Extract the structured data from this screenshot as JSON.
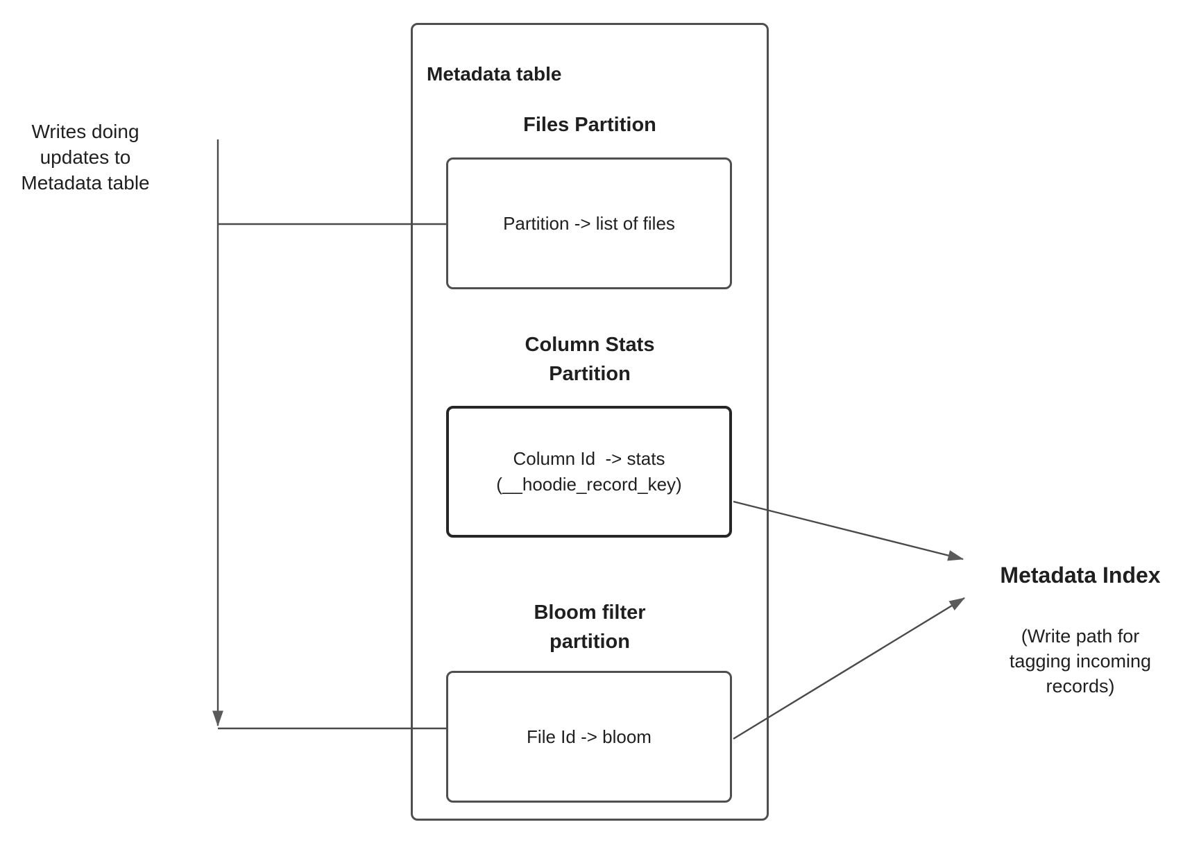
{
  "canvas": {
    "background": "#ffffff"
  },
  "colors": {
    "text": "#1f1f1f",
    "line": "#4a4a4a",
    "box_border": "#4f4f4f",
    "emphasis_border": "#262626",
    "arrowhead": "#5a5a5a"
  },
  "left_annotation": {
    "lines": [
      "Writes doing",
      "updates to",
      "Metadata table"
    ]
  },
  "container": {
    "title": "Metadata table"
  },
  "partitions": [
    {
      "name": "files",
      "heading_lines": [
        "Files Partition"
      ],
      "box_lines": [
        "Partition -> list of files"
      ],
      "emphasized": false
    },
    {
      "name": "column_stats",
      "heading_lines": [
        "Column Stats",
        "Partition"
      ],
      "box_lines": [
        "Column Id  -> stats",
        "(__hoodie_record_key)"
      ],
      "emphasized": true
    },
    {
      "name": "bloom_filter",
      "heading_lines": [
        "Bloom filter",
        "partition"
      ],
      "box_lines": [
        "File Id -> bloom"
      ],
      "emphasized": false
    }
  ],
  "metadata_index": {
    "title": "Metadata Index",
    "subtitle_lines": [
      "(Write path for",
      "tagging incoming",
      "records)"
    ]
  }
}
